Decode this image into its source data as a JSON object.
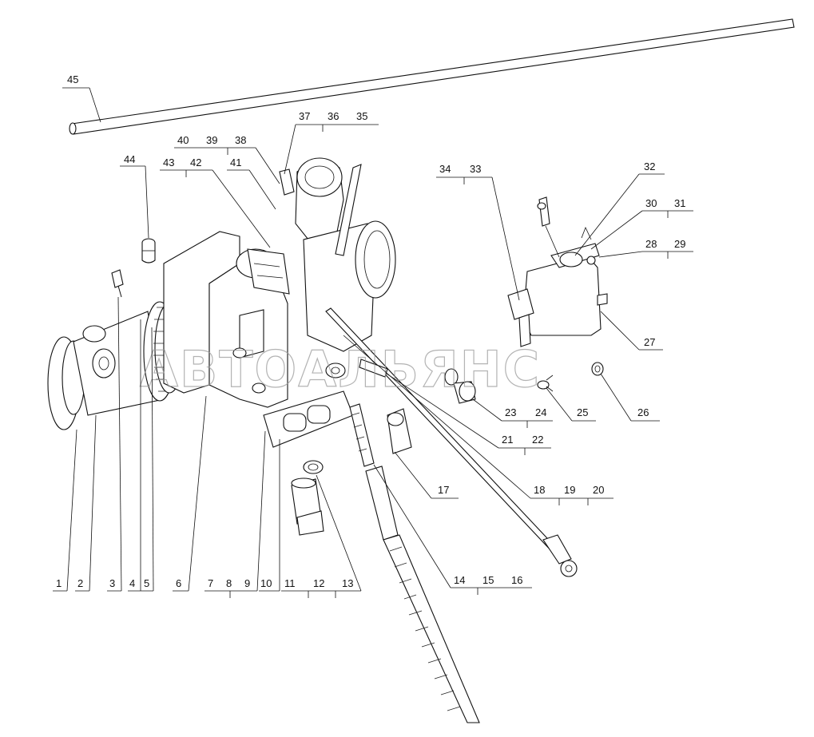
{
  "watermark": "АВТОАЛЬЯНС",
  "callouts": {
    "c1": "1",
    "c2": "2",
    "c3": "3",
    "c4": "4",
    "c5": "5",
    "c6": "6",
    "c7": "7",
    "c8": "8",
    "c9": "9",
    "c10": "10",
    "c11": "11",
    "c12": "12",
    "c13": "13",
    "c14": "14",
    "c15": "15",
    "c16": "16",
    "c17": "17",
    "c18": "18",
    "c19": "19",
    "c20": "20",
    "c21": "21",
    "c22": "22",
    "c23": "23",
    "c24": "24",
    "c25": "25",
    "c26": "26",
    "c27": "27",
    "c28": "28",
    "c29": "29",
    "c30": "30",
    "c31": "31",
    "c32": "32",
    "c33": "33",
    "c34": "34",
    "c35": "35",
    "c36": "36",
    "c37": "37",
    "c38": "38",
    "c39": "39",
    "c40": "40",
    "c41": "41",
    "c42": "42",
    "c43": "43",
    "c44": "44",
    "c45": "45"
  }
}
